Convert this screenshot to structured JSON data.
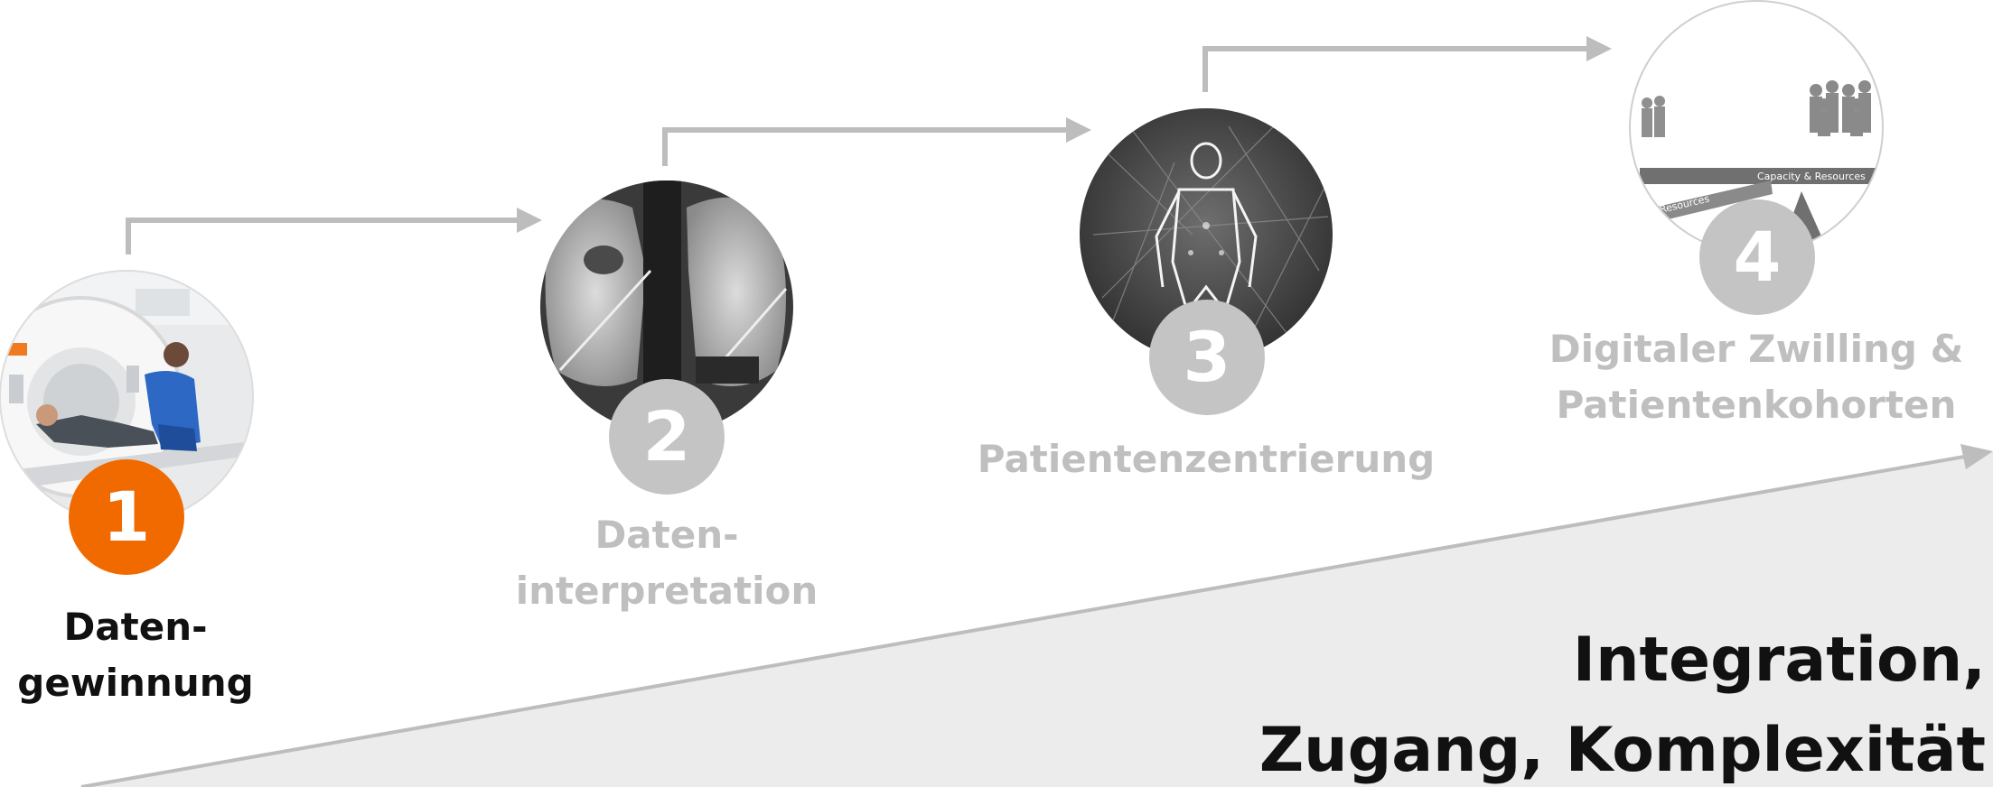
{
  "colors": {
    "accent": "#f06a00",
    "inactive": "#bfbfbf",
    "active_text": "#111111",
    "arrow": "#bdbdbd",
    "wedge": "#ececec"
  },
  "steps": [
    {
      "number": "1",
      "label_lines": [
        "Daten-",
        "gewinnung"
      ],
      "active": true,
      "image": "ct-scanner-photo"
    },
    {
      "number": "2",
      "label_lines": [
        "Daten-",
        "interpretation"
      ],
      "active": false,
      "image": "lung-xray-image"
    },
    {
      "number": "3",
      "label_lines": [
        "Patientenzentrierung"
      ],
      "active": false,
      "image": "digital-human-image"
    },
    {
      "number": "4",
      "label_lines": [
        "Digitaler Zwilling &",
        "Patientenkohorten"
      ],
      "active": false,
      "image": "cohort-balance-image"
    }
  ],
  "image4_text": {
    "capacity": "Capacity & Resources",
    "resources": "Resources"
  },
  "axis_label_lines": [
    "Integration,",
    "Zugang, Komplexität"
  ]
}
